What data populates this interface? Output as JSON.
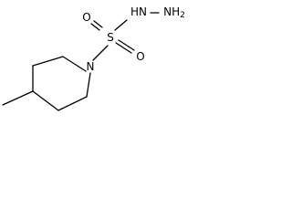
{
  "molecule": {
    "atoms": {
      "sulfur": "S",
      "ring_nitrogen": "N",
      "oxygen_left": "O",
      "oxygen_right": "O",
      "hydrazide_nh": "HN",
      "hydrazide_nh2": "NH2"
    },
    "colors": {
      "ink": "#000000",
      "background": "#ffffff"
    }
  }
}
